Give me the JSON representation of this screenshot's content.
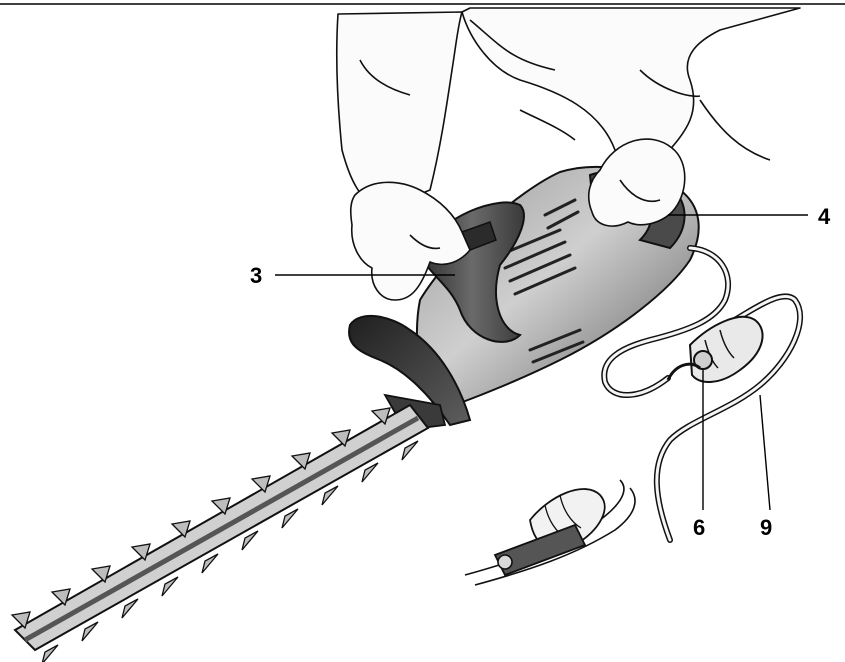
{
  "callouts": {
    "c3": "3",
    "c4": "4",
    "c6": "6",
    "c9": "9"
  },
  "colors": {
    "body_dark": "#3d3d3d",
    "body_mid": "#8a8a8a",
    "body_light": "#cfcfcf",
    "glove": "#f7f7f7",
    "outline": "#111111"
  }
}
